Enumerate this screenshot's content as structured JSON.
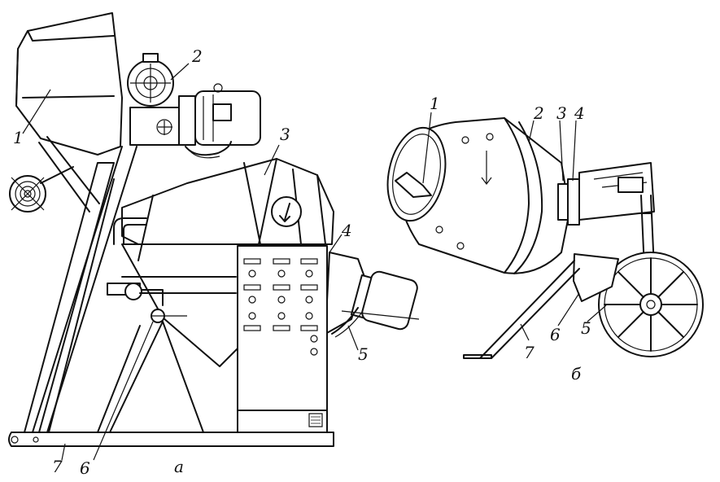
{
  "figure_a": {
    "callouts": [
      "1",
      "2",
      "3",
      "4",
      "5",
      "6",
      "7"
    ],
    "caption": "а"
  },
  "figure_b": {
    "callouts": [
      "1",
      "2",
      "3",
      "4",
      "5",
      "6",
      "7"
    ],
    "caption": "б"
  }
}
